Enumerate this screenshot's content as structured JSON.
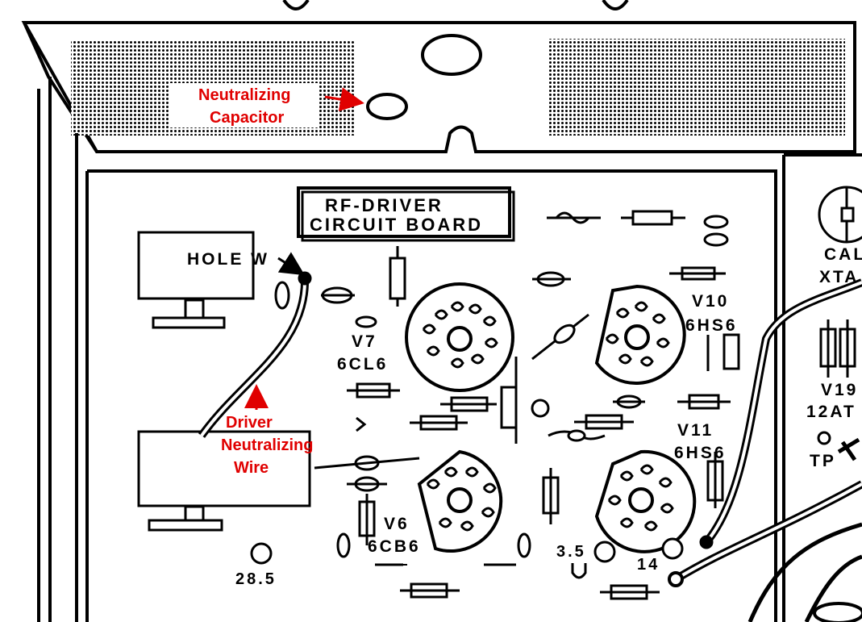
{
  "callouts": {
    "neutralizing_capacitor": {
      "line1": "Neutralizing",
      "line2": "Capacitor"
    },
    "driver_neutralizing_wire": {
      "line1": "Driver",
      "line2": "Neutralizing",
      "line3": "Wire"
    },
    "color": "#e00000"
  },
  "board_labels": {
    "title_line1": "RF-DRIVER",
    "title_line2": "CIRCUIT BOARD",
    "hole_w": "HOLE W",
    "v7": "V7",
    "v7_type": "6CL6",
    "v10": "V10",
    "v10_type": "6HS6",
    "v11": "V11",
    "v11_type": "6HS6",
    "v6": "V6",
    "v6_type": "6CB6",
    "v19": "V19",
    "v19_type": "12AT",
    "tp": "TP",
    "cal": "CAL",
    "xta": "XTA",
    "val_28_5": "28.5",
    "val_3_5": "3.5",
    "val_14": "14"
  }
}
